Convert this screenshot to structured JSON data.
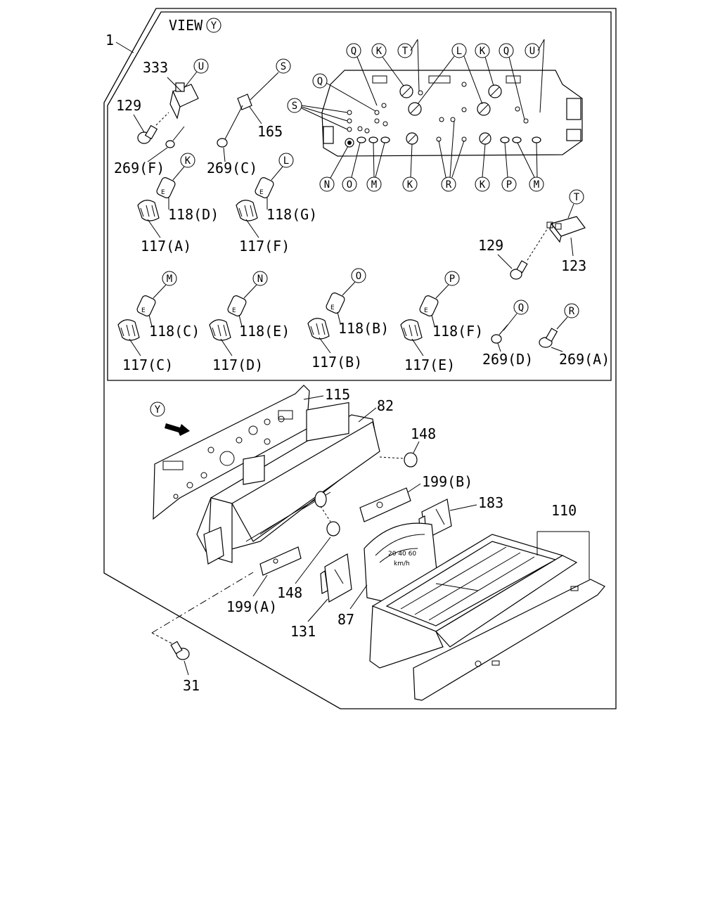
{
  "view": {
    "prefix": "VIEW",
    "letter": "Y"
  },
  "labels": {
    "p1": "1",
    "p333": "333",
    "p129a": "129",
    "p269f": "269(F)",
    "p165": "165",
    "p269c": "269(C)",
    "p118d": "118(D)",
    "p118g": "118(G)",
    "p117a": "117(A)",
    "p117f": "117(F)",
    "p129b": "129",
    "p123": "123",
    "p118c": "118(C)",
    "p118e": "118(E)",
    "p118b": "118(B)",
    "p118f": "118(F)",
    "p117c": "117(C)",
    "p117d": "117(D)",
    "p117b": "117(B)",
    "p117e": "117(E)",
    "p269d": "269(D)",
    "p269a": "269(A)",
    "p115": "115",
    "p82": "82",
    "p148a": "148",
    "p199b": "199(B)",
    "p183": "183",
    "p110": "110",
    "p148b": "148",
    "p199a": "199(A)",
    "p131": "131",
    "p87": "87",
    "p31": "31"
  },
  "callouts": {
    "u1": "U",
    "s1": "S",
    "k_small": "K",
    "l_small": "L",
    "q1": "Q",
    "k1": "K",
    "t1": "T",
    "l1": "L",
    "k2": "K",
    "q2": "Q",
    "u2": "U",
    "q3": "Q",
    "s2": "S",
    "n1": "N",
    "o1": "O",
    "m1": "M",
    "k3": "K",
    "r1": "R",
    "k4": "K",
    "p1": "P",
    "m2": "M",
    "t2": "T",
    "m3": "M",
    "n2": "N",
    "o2": "O",
    "p2": "P",
    "q4": "Q",
    "r2": "R",
    "y2": "Y"
  }
}
